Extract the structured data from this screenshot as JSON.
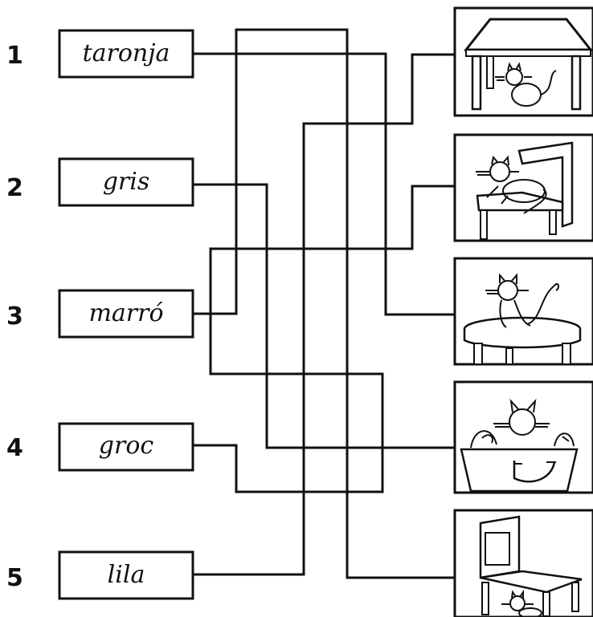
{
  "items": [
    {
      "number": "1",
      "word": "taronja",
      "picture": "cat-under-table-icon"
    },
    {
      "number": "2",
      "word": "gris",
      "picture": "cat-on-chair-icon"
    },
    {
      "number": "3",
      "word": "marró",
      "picture": "cat-on-round-table-icon"
    },
    {
      "number": "4",
      "word": "groc",
      "picture": "cat-in-bag-icon"
    },
    {
      "number": "5",
      "word": "lila",
      "picture": "cat-under-chair-icon"
    }
  ],
  "colors": {
    "ink": "#111111",
    "paper": "#ffffff"
  }
}
